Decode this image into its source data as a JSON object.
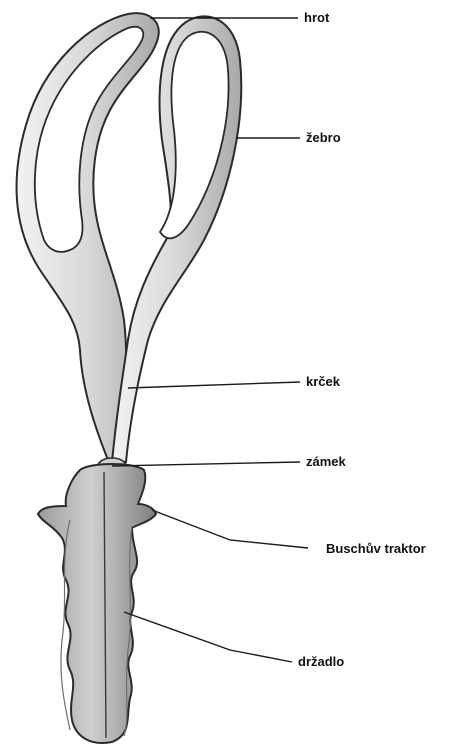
{
  "labels": {
    "hrot": "hrot",
    "zebro": "žebro",
    "krcek": "krček",
    "zamek": "zámek",
    "traktor": "Buschův traktor",
    "drzadlo": "držadlo"
  },
  "colors": {
    "metal_fill": "#e6e6e6",
    "metal_shade": "#9a9a9a",
    "outline": "#2b2b2b",
    "handle_fill": "#bdbdbd",
    "handle_shade": "#8a8a8a",
    "label": "#111111"
  }
}
